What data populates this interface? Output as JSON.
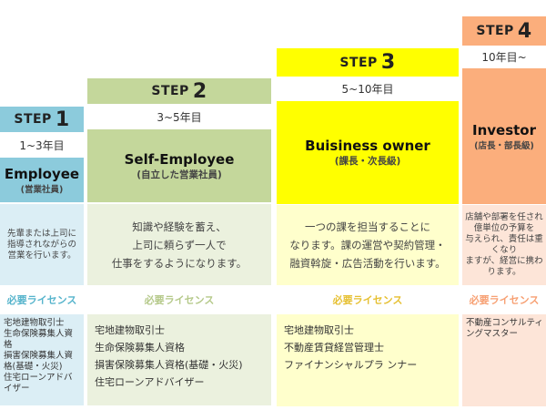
{
  "license_label": "必要ライセンス",
  "steps": [
    {
      "step_word": "STEP",
      "num": "1",
      "years": "1~3年目",
      "title": "Employee",
      "subtitle": "(営業社員)",
      "desc": [
        "先輩または上司に",
        "指導されながらの",
        "営業を行います。"
      ],
      "licenses": [
        "宅地建物取引士",
        "生命保険募集人資格",
        "損害保険募集人資格(基礎・火災)",
        "住宅ローンアドバイザー"
      ],
      "colors": {
        "header": "#8ccbdc",
        "title_bg": "#8ccbdc",
        "desc_bg": "#dbeef5",
        "label": "#56b4cc"
      }
    },
    {
      "step_word": "STEP",
      "num": "2",
      "years": "3~5年目",
      "title": "Self-Employee",
      "subtitle": "(自立した営業社員)",
      "desc": [
        "知識や経験を蓄え、",
        "上司に頼らず一人で",
        "仕事をするようになります。"
      ],
      "licenses": [
        "宅地建物取引士",
        "生命保険募集人資格",
        "損害保険募集人資格(基礎・火災)",
        "住宅ローンアドバイザー"
      ],
      "colors": {
        "header": "#c4d79b",
        "title_bg": "#c4d79b",
        "desc_bg": "#ebf1de",
        "label": "#b5c98a"
      }
    },
    {
      "step_word": "STEP",
      "num": "3",
      "years": "5~10年目",
      "title": "Buisiness owner",
      "subtitle": "(課長・次長級)",
      "desc": [
        "一つの課を担当することに",
        "なります。課の運営や契約管理・",
        "融資斡旋・広告活動を行います。"
      ],
      "licenses": [
        "宅地建物取引士",
        "不動産賃貸経営管理士",
        "ファイナンシャルプラ ンナー"
      ],
      "colors": {
        "header": "#ffff00",
        "title_bg": "#ffff00",
        "desc_bg": "#ffffcc",
        "label": "#e6c032"
      }
    },
    {
      "step_word": "STEP",
      "num": "4",
      "years": "10年目~",
      "title": "Investor",
      "subtitle": "(店長・部長級)",
      "desc": [
        "店舗や部署を任され",
        "億単位の予算を",
        "与えられ、責任は重くなり",
        "ますが、経営に携わります。"
      ],
      "licenses": [
        "不動産コンサルティングマスター"
      ],
      "colors": {
        "header": "#fbae7c",
        "title_bg": "#fbae7c",
        "desc_bg": "#fde5d8",
        "label": "#f7a073"
      }
    }
  ]
}
